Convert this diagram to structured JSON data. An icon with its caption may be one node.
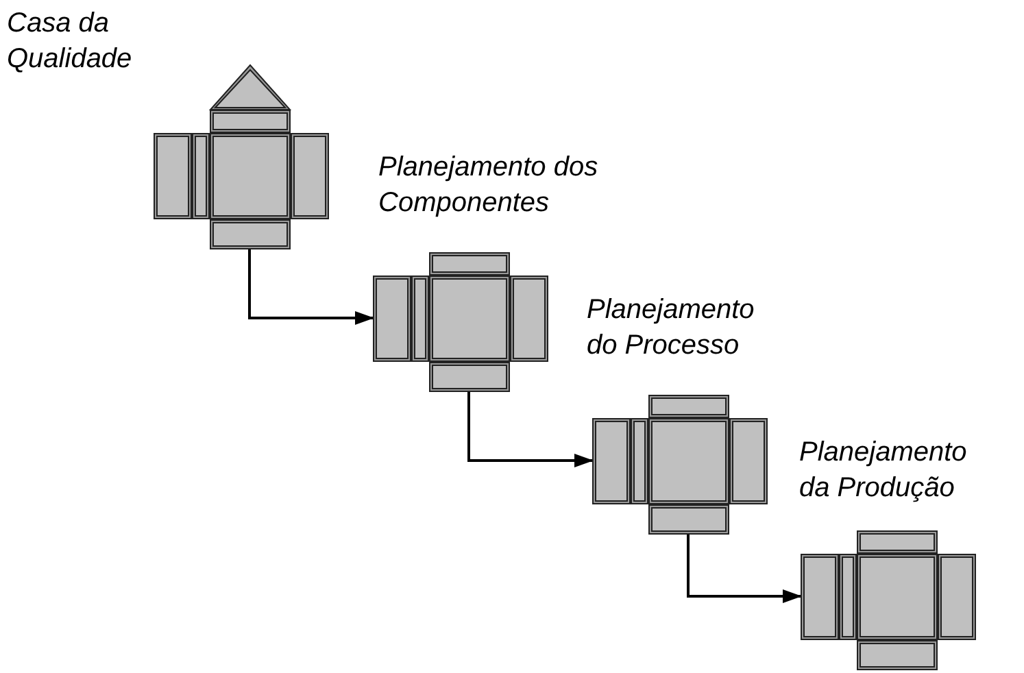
{
  "diagram": {
    "nodes": [
      {
        "text": [
          "Casa da Qualidade"
        ]
      },
      {
        "text": [
          "Planejamento dos Componentes"
        ]
      },
      {
        "text": [
          "Planejamento do Processo"
        ]
      },
      {
        "text": [
          "Planejamento da Produção"
        ]
      }
    ],
    "edges": [
      {
        "from": 0,
        "to": 1,
        "arrow": "to"
      },
      {
        "from": 1,
        "to": 2,
        "arrow": "to"
      },
      {
        "from": 2,
        "to": 3,
        "arrow": "to"
      }
    ]
  }
}
